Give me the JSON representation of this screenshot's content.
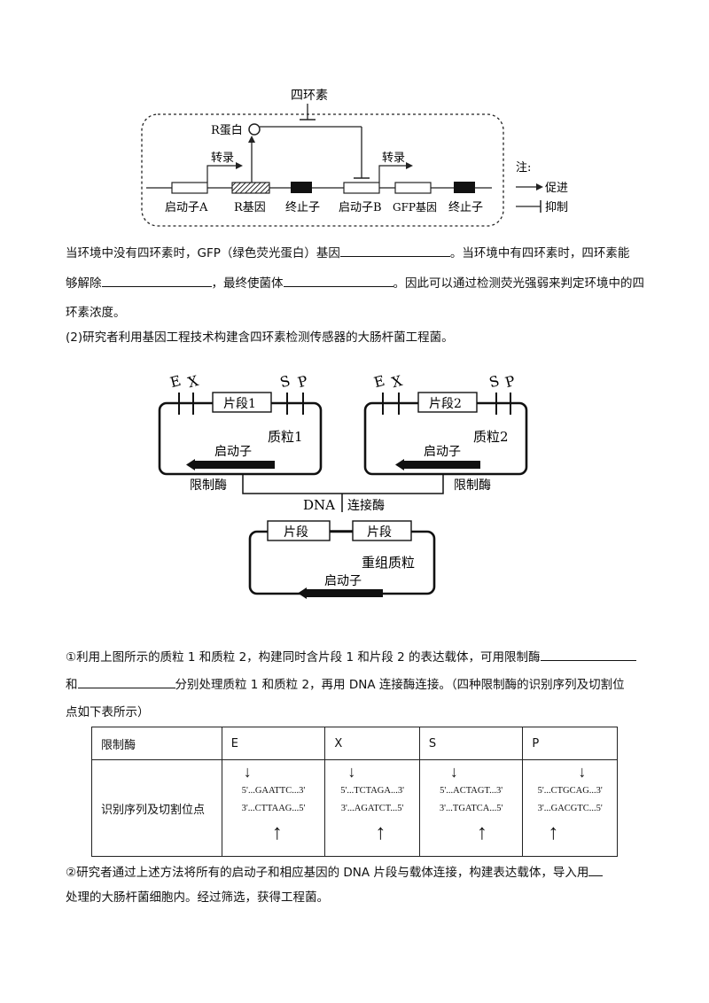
{
  "fig1": {
    "tetracycline": "四环素",
    "r_protein": "R蛋白",
    "transcribe1": "转录",
    "transcribe2": "转录",
    "promoter_a": "启动子A",
    "r_gene": "R基因",
    "terminator1": "终止子",
    "promoter_b": "启动子B",
    "gfp_gene": "GFP基因",
    "terminator2": "终止子",
    "legend_title": "注:",
    "legend_promote": "促进",
    "legend_inhibit": "抑制"
  },
  "para1": {
    "line1": "当环境中没有四环素时，GFP（绿色荧光蛋白）基因",
    "line1_end": "。当环境中有四环素时，四环素能",
    "line2_a": "够解除",
    "line2_b": "，最终使菌体",
    "line2_c": "。因此可以通过检测荧光强弱来判定环境中的四",
    "line3": "环素浓度。"
  },
  "q2": "(2)研究者利用基因工程技术构建含四环素检测传感器的大肠杆菌工程菌。",
  "fig2": {
    "site_e": "E",
    "site_x": "X",
    "site_s": "S",
    "site_p": "P",
    "fragment1": "片段1",
    "fragment2": "片段2",
    "plasmid1": "质粒1",
    "plasmid2": "质粒2",
    "promoter": "启动子",
    "restriction_enzyme": "限制酶",
    "dna_ligase_a": "DNA",
    "dna_ligase_b": "连接酶",
    "fragment": "片段",
    "recombinant_plasmid": "重组质粒"
  },
  "q2_1": {
    "line1": "①利用上图所示的质粒 1 和质粒 2，构建同时含片段 1 和片段 2 的表达载体，可用限制酶",
    "line2_a": "和",
    "line2_b": "分别处理质粒 1 和质粒 2，再用 DNA 连接酶连接。（四种限制酶的识别序列及切割位",
    "line3": "点如下表所示）"
  },
  "table": {
    "header": [
      "限制酶",
      "E",
      "X",
      "S",
      "P"
    ],
    "row_label": "识别序列及切割位点",
    "seqs": [
      {
        "top": "5'...GAATTC...3'",
        "bottom": "3'...CTTAAG...5'"
      },
      {
        "top": "5'...TCTAGA...3'",
        "bottom": "3'...AGATCT...5'"
      },
      {
        "top": "5'...ACTAGT...3'",
        "bottom": "3'...TGATCA...5'"
      },
      {
        "top": "5'...CTGCAG...3'",
        "bottom": "3'...GACGTC...5'"
      }
    ]
  },
  "q2_2": {
    "line1": "②研究者通过上述方法将所有的启动子和相应基因的 DNA 片段与载体连接，构建表达载体，导入用",
    "line2": "处理的大肠杆菌细胞内。经过筛选，获得工程菌。"
  }
}
